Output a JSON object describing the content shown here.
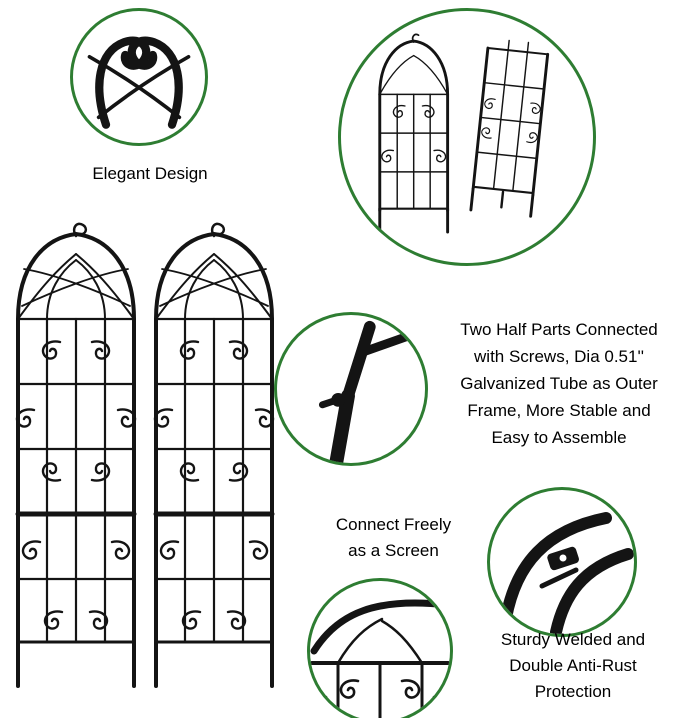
{
  "page": {
    "type": "product-feature-graphic",
    "background": "#ffffff",
    "accent_color": "#2e7d32",
    "line_color": "#141414"
  },
  "main_product": {
    "illustration": "two-panel-metal-garden-trellis-screen"
  },
  "callouts": {
    "elegant_design": {
      "label": "Elegant Design",
      "icon": "scroll-ornament-detail"
    },
    "trellis_pair": {
      "icon": "arched-and-rectangular-trellis-panels"
    },
    "screw_connection": {
      "icon": "galvanized-tube-screw-joint",
      "lines": [
        "Two Half Parts Connected",
        "with Screws, Dia 0.51''",
        "Galvanized Tube as Outer",
        "Frame, More Stable and",
        "Easy to Assemble"
      ]
    },
    "connect_freely": {
      "lines": [
        "Connect Freely",
        "as a Screen"
      ]
    },
    "hinge_detail": {
      "icon": "welded-hinge-joint"
    },
    "corner_detail": {
      "icon": "trellis-arch-corner-detail"
    },
    "sturdy_welded": {
      "lines": [
        "Sturdy Welded and",
        "Double Anti-Rust",
        "Protection"
      ]
    }
  }
}
